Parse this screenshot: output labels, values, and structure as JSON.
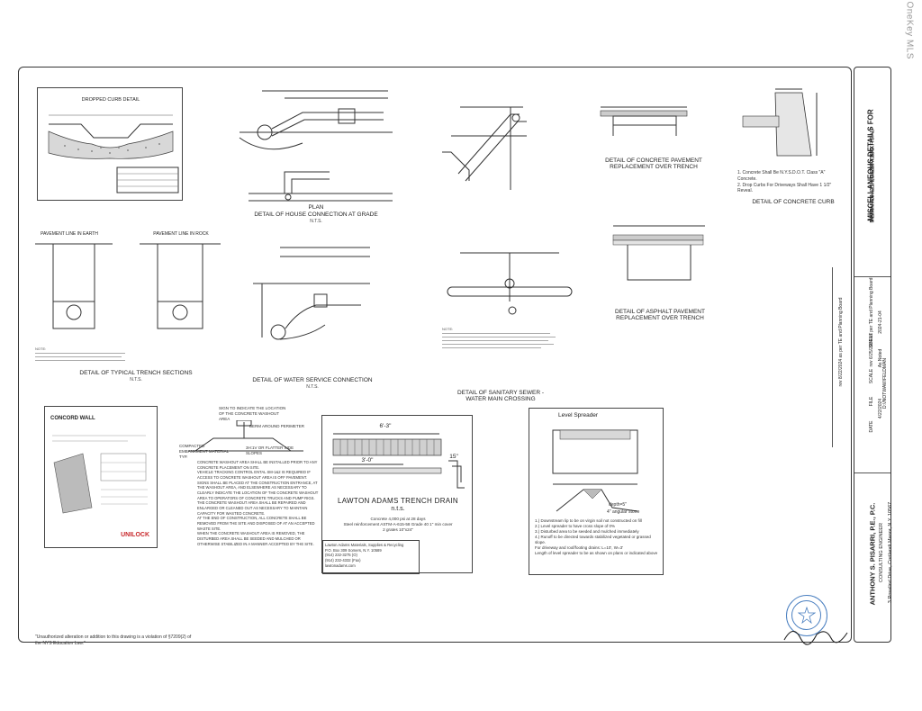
{
  "watermark": "OneKey MLS",
  "details": {
    "dropped_curb": "DROPPED CURB DETAIL",
    "house_connection": "DETAIL OF HOUSE CONNECTION AT GRADE",
    "concrete_pavement": "DETAIL OF CONCRETE PAVEMENT REPLACEMENT OVER TRENCH",
    "concrete_curb": "DETAIL OF CONCRETE CURB",
    "concrete_curb_notes": "1. Concrete Shall Be N.Y.S.D.O.T. Class \"A\" Concrete.\n2. Drop Curbs For Driveways Shall Have 1 1/2\" Reveal.",
    "trench_sections": "DETAIL OF TYPICAL TRENCH SECTIONS",
    "pavement_line_earth": "PAVEMENT LINE IN EARTH",
    "pavement_line_rock": "PAVEMENT LINE IN ROCK",
    "water_service": "DETAIL OF WATER SERVICE CONNECTION",
    "sanitary_sewer": "DETAIL OF SANITARY SEWER - WATER MAIN CROSSING",
    "asphalt_pavement": "DETAIL OF ASPHALT PAVEMENT REPLACEMENT OVER TRENCH",
    "plan": "PLAN",
    "nts": "N.T.S.",
    "concord_wall": "CONCORD WALL",
    "unilock": "UNILOCK",
    "trench_drain_title": "LAWTON ADAMS TRENCH DRAIN",
    "trench_drain_nts": "n.t.s.",
    "trench_drain_spec": "Concrete 4,000 psi at 28 days\nSteel reinforcement ASTM-A-615-58 Grade 40 1\" min cover\n2 grates 10\"x24\"",
    "trench_drain_dim1": "6'-3\"",
    "trench_drain_dim2": "3'-0\"",
    "trench_drain_dim3": "15\"",
    "trench_drain_vendor": "Lawton Adams Materials, Supplies & Recycling\nP.O. Box 309 Somers, N.Y. 10589\n(914) 232-3275 (O)\n(914) 232-4332 (Fax)\nlawtonadams.com",
    "level_spreader_title": "Level Spreader",
    "level_spreader_notes": "1.) Downstream lip to be on virgin soil not constructed on fill\n2.) Level spreader to have cross slope of 0%\n3.) Disturbed area to be seeded and mulched immediately\n4.) Runoff to be directed towards stabilized vegetated or grassed slope.\nFor driveway and roof/footing drains: L=10', W=3'\nLength of level spreader to be as shown on plans or indicated above",
    "level_spreader_depth": "depth=5\"",
    "level_spreader_stone": "4\" angular stone",
    "washout_notes": "CONCRETE WASHOUT AREA SHALL BE INSTALLED PRIOR TO ANY CONCRETE PLACEMENT ON SITE.\nVEHICLE TRACKING CONTROL ENTAL SM-1&2 IS REQUIRED IF ACCESS TO CONCRETE WASHOUT AREA IS OFF PAVEMENT.\nSIGNS SHALL BE PLACED AT THE CONSTRUCTION ENTRANCE, AT THE WASHOUT AREA, AND ELSEWHERE AS NECESSARY TO CLEARLY INDICATE THE LOCATION OF THE CONCRETE WASHOUT AREA TO OPERATORS OF CONCRETE TRUCKS AND PUMP RIGS.\nTHE CONCRETE WASHOUT AREA SHALL BE REPAIRED AND ENLARGED OR CLEANED OUT AS NECESSARY TO MAINTAIN CAPACITY FOR WASTED CONCRETE.\nAT THE END OF CONSTRUCTION, ALL CONCRETE SHALL BE REMOVED FROM THE SITE AND DISPOSED OF AT AN ACCEPTED WASTE SITE.\nWHEN THE CONCRETE WASHOUT AREA IS REMOVED, THE DISTURBED AREA SHALL BE SEEDED AND MULCHED OR OTHERWISE STABILIZED IN A MANNER ACCEPTED BY THE SITE.",
    "washout_sign": "SIGN TO INDICATE THE LOCATION OF THE CONCRETE WASHOUT AREA",
    "washout_material": "COMPACTED EMBANKMENT MATERIAL TYP.",
    "washout_berm": "BERM AROUND PERIMETER",
    "washout_sideslopes": "3H:1V OR FLATTER SIDE SLOPES"
  },
  "disclaimer": "\"Unauthorized alteration or addition to this drawing is a violation of §7209(2) of the NYS Education Law.\"",
  "title_block": {
    "sheet_title": "MISCELLANEOUS DETAILS FOR",
    "project": "FEINMAN - 21 EDGEWOOD ROAD",
    "location": "MAMARONECK, NEW YORK",
    "engineer": "ANTHONY S. PISARRI, P.E., P.C.",
    "engineer_title": "CONSULTING ENGINEER",
    "engineer_address": "3 Rosalind Drive, Cortlandt Manor, N.Y. 10567",
    "rev1": "rev 8/22/2024 as per TE and Planning Board",
    "rev2": "rev 6/25/2024 as per TE and Planning Board",
    "scale_label": "SCALE",
    "scale_value": "As Noted",
    "file_label": "FILE",
    "file_value": "D:\\/NOTWAW\\FELDMAN",
    "date_label": "DATE",
    "date_value": "4/22/2024",
    "sheet_label": "SHEET",
    "sheet_value": "2024-21-04"
  },
  "seal": {
    "text": "STATE OF NEW YORK"
  }
}
